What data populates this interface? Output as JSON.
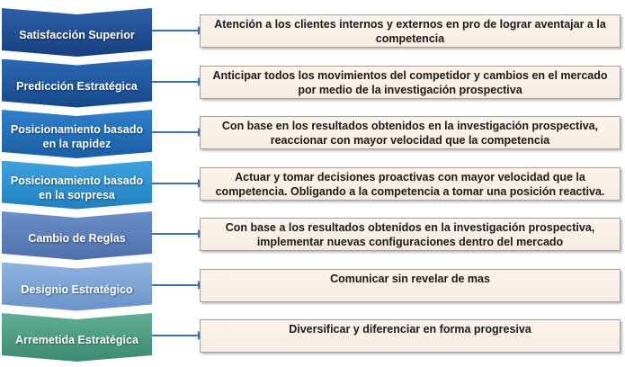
{
  "steps": [
    {
      "label": "Satisfacción Superior",
      "description": "Atención a los clientes internos y externos en pro de lograr aventajar a la competencia"
    },
    {
      "label": "Predicción Estratégica",
      "description": "Anticipar todos los movimientos del competidor y cambios en el mercado por medio de la investigación prospectiva"
    },
    {
      "label": "Posicionamiento basado en la rapidez",
      "description": "Con base en los resultados obtenidos en la investigación prospectiva, reaccionar con mayor velocidad que la competencia"
    },
    {
      "label": "Posicionamiento basado en la sorpresa",
      "description": "Actuar y tomar decisiones proactivas con mayor velocidad que la competencia. Obligando a la competencia a tomar una posición reactiva."
    },
    {
      "label": "Cambio de Reglas",
      "description": "Con base a los resultados obtenidos en la investigación prospectiva, implementar nuevas configuraciones dentro del mercado"
    },
    {
      "label": "Designio Estratégico",
      "description": "Comunicar sin revelar de mas"
    },
    {
      "label": "Arremetida Estratégica",
      "description": "Diversificar y diferenciar en forma progresiva"
    }
  ],
  "colors": {
    "chevron_fills": [
      [
        "#2e5fa8",
        "#173f7d"
      ],
      [
        "#2a69b3",
        "#16478a"
      ],
      [
        "#2f7fcc",
        "#1a5ea3"
      ],
      [
        "#3fa3e0",
        "#1f7fbf"
      ],
      [
        "#6b8fc9",
        "#4e70ac"
      ],
      [
        "#8fb3e0",
        "#6a93c9"
      ],
      [
        "#5fae95",
        "#3c8a72"
      ]
    ],
    "arrow": "#3d6fb3",
    "box_border": "#a1a1a1"
  }
}
